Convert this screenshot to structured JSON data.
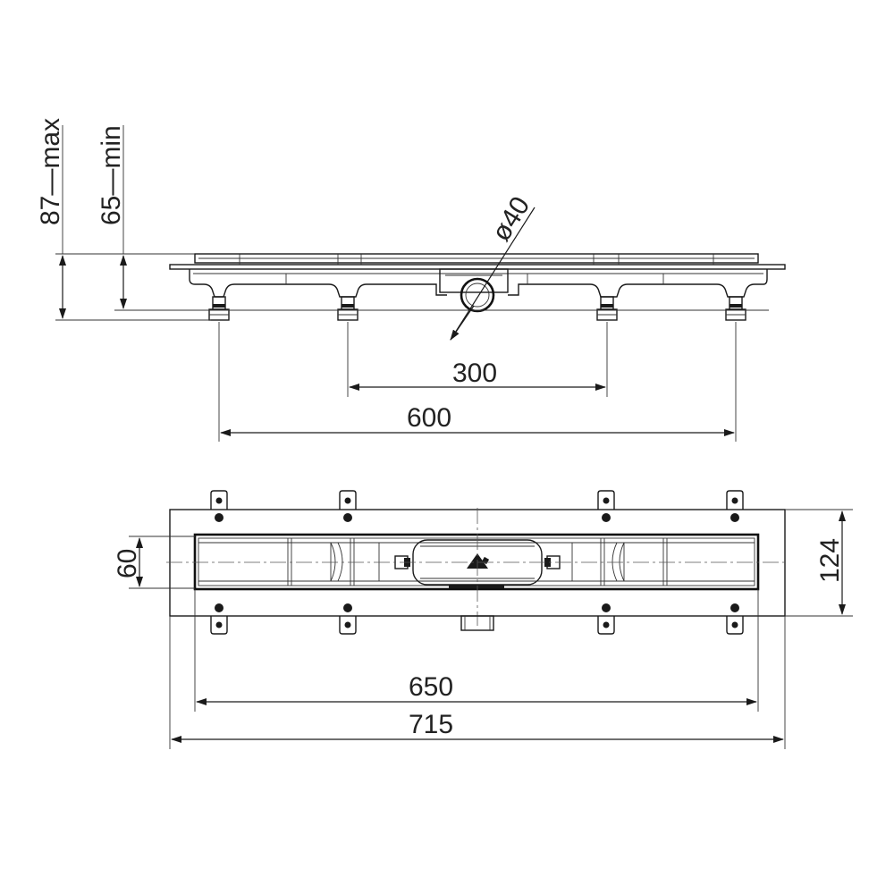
{
  "side_view": {
    "height_max_label": "87—max",
    "height_min_label": "65—min",
    "outlet_diameter_label": "ø40",
    "inner_feet_spacing_label": "300",
    "outer_feet_spacing_label": "600"
  },
  "top_view": {
    "grate_width_label": "60",
    "frame_width_label": "124",
    "channel_length_label": "650",
    "frame_length_label": "715"
  },
  "colors": {
    "line": "#1a1a1a",
    "background": "#ffffff"
  }
}
